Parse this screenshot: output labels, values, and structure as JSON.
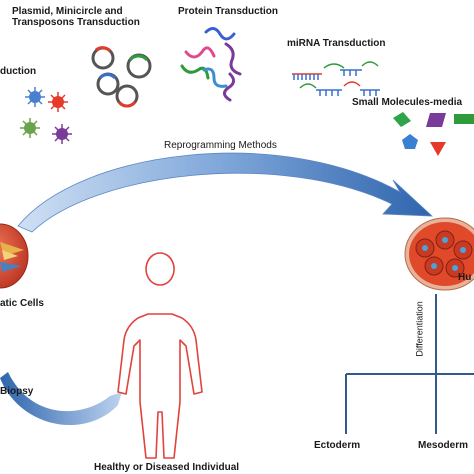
{
  "labels": {
    "plasmid_line1": "Plasmid, Minicircle and",
    "plasmid_line2": "Transposons Transduction",
    "protein": "Protein Transduction",
    "mirna": "miRNA Transduction",
    "small_molecules": "Small Molecules-media",
    "virus": "duction",
    "reprogramming": "Reprogramming Methods",
    "somatic": "atic Cells",
    "biopsy": "Biopsy",
    "individual": "Healthy or Diseased Individual",
    "hu": "Hu",
    "differentiation": "Differentiation",
    "ectoderm": "Ectoderm",
    "mesoderm": "Mesoderm"
  },
  "colors": {
    "arrow_blue": "#3a6fb3",
    "arrow_light": "#a9c7ea",
    "body_outline": "#e0443c",
    "cell_dish": "#d9432f",
    "lineage_line": "#2f5c8c"
  }
}
